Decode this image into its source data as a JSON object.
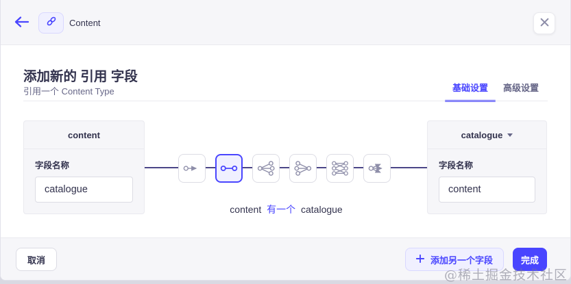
{
  "topbar": {
    "back_icon": "arrow-left-icon",
    "badge_icon": "link-icon",
    "title": "Content",
    "close_icon": "close-icon"
  },
  "dialog": {
    "title": "添加新的 引用 字段",
    "subtitle": "引用一个 Content Type",
    "tabs": [
      {
        "label": "基础设置",
        "active": true
      },
      {
        "label": "高级设置",
        "active": false
      }
    ]
  },
  "relation": {
    "source": {
      "header": "content",
      "field_label": "字段名称",
      "field_value": "catalogue"
    },
    "target": {
      "header": "catalogue",
      "has_dropdown": true,
      "field_label": "字段名称",
      "field_value": "content"
    },
    "types": [
      {
        "name": "one-way"
      },
      {
        "name": "one-to-one",
        "selected": true
      },
      {
        "name": "one-to-many"
      },
      {
        "name": "many-to-one"
      },
      {
        "name": "many-to-many"
      },
      {
        "name": "many-way"
      }
    ],
    "selected_type": "one-to-one",
    "sentence": {
      "subject": "content",
      "verb": "有一个",
      "object": "catalogue"
    }
  },
  "footer": {
    "cancel_label": "取消",
    "add_another_label": "添加另一个字段",
    "done_label": "完成"
  },
  "watermark": {
    "text": "@稀土掘金技术社区"
  },
  "colors": {
    "primary": "#4945ff",
    "primary_light_bg": "#f0f0ff",
    "primary_light_border": "#d9d8ff",
    "connector_line": "#4a4587",
    "text": "#32324d",
    "text_muted": "#666687",
    "surface_gray": "#f6f6f9",
    "border_gray": "#eaeaef",
    "icon_gray": "#8e8ea9"
  }
}
